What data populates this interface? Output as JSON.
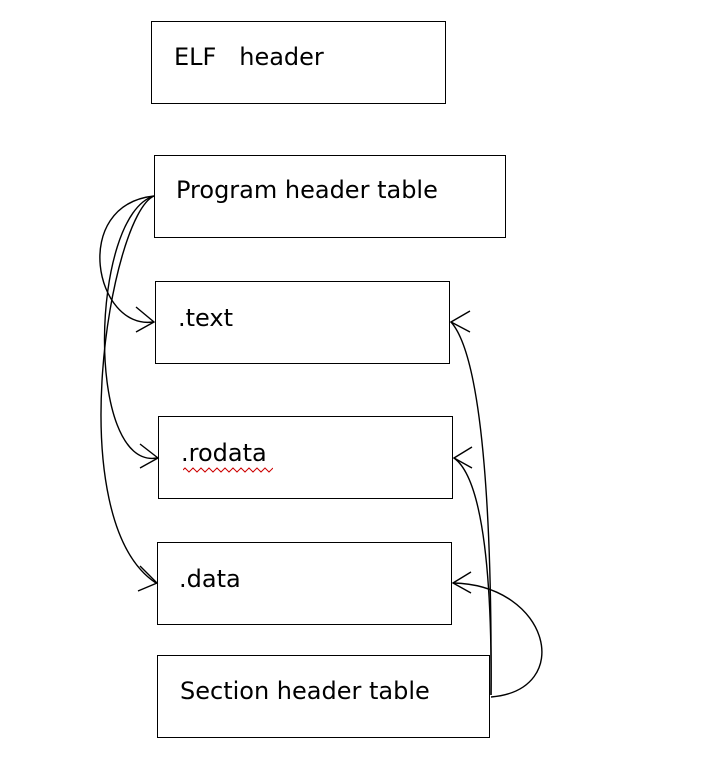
{
  "boxes": {
    "elf_header": "ELF   header",
    "program_header_table": "Program header table",
    "text": ".text",
    "rodata": ".rodata",
    "data": ".data",
    "section_header_table": "Section header table"
  },
  "colors": {
    "stroke": "#000000",
    "spellcheck_underline": "#cc0000",
    "background": "#ffffff"
  }
}
